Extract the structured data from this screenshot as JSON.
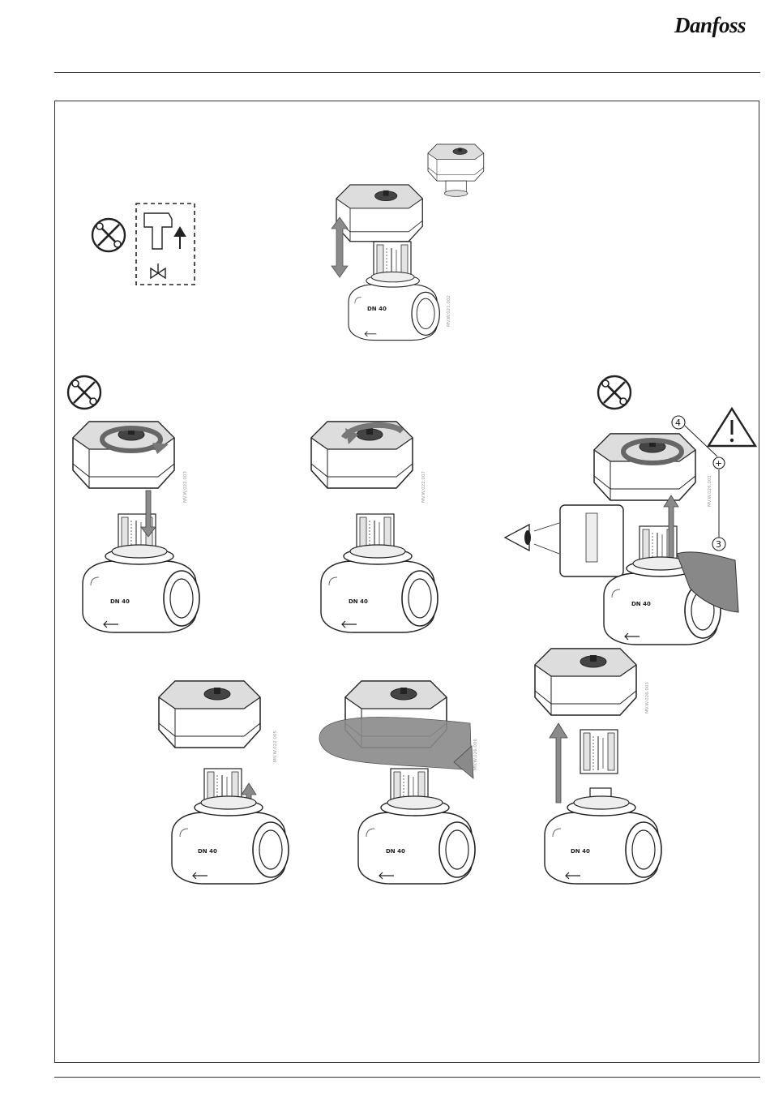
{
  "brand": {
    "name": "Danfoss"
  },
  "figures": {
    "valve_marking": "DN 40",
    "callouts": {
      "left": "4",
      "right": "3",
      "plus": "+"
    },
    "drawing_codes": [
      "MV.W.021.002",
      "MV.W.022.003",
      "MV.W.022.007",
      "MV.W.026.001",
      "MV.W.022.005",
      "MV.W.026.006",
      "MV.W.026.003"
    ]
  },
  "colors": {
    "line": "#222222",
    "arrow_fill": "#8a8a8a",
    "actuator_top": "#d9d9d9"
  }
}
